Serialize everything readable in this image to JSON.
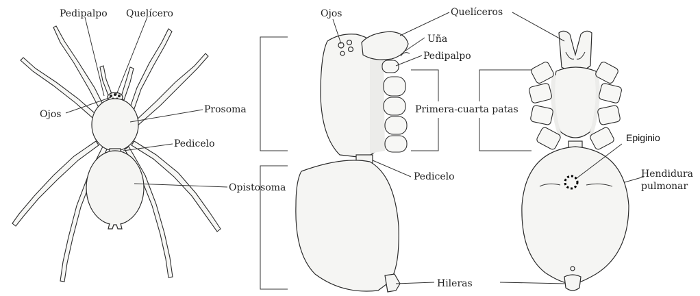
{
  "dorsal_view": {
    "pedipalpo": "Pedipalpo",
    "quelicero": "Quelícero",
    "ojos": "Ojos",
    "prosoma": "Prosoma",
    "pedicelo": "Pedicelo",
    "opistosoma": "Opistosoma"
  },
  "lateral_view": {
    "ojos": "Ojos",
    "una": "Uña",
    "pedipalpo": "Pedipalpo",
    "pedicelo": "Pedicelo",
    "hileras": "Hileras"
  },
  "ventral_view": {
    "queliceros": "Quelíceros",
    "patas": "Primera-cuarta patas",
    "epiginio": "Epiginio",
    "hendidura_1": "Hendidura",
    "hendidura_2": "pulmonar"
  }
}
